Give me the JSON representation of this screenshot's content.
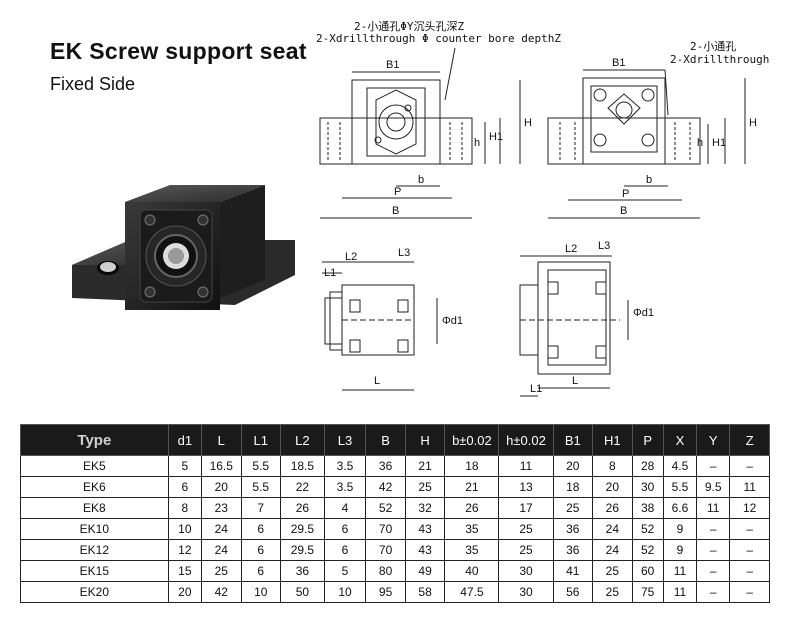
{
  "title": "EK  Screw support seat",
  "subtitle": "Fixed  Side",
  "notes": {
    "left_cn": "2-小通孔ΦY沉头孔深Z",
    "left_en": "2-Xdrillthrough Φ counter bore depthZ",
    "right_cn": "2-小通孔",
    "right_en": "2-Xdrillthrough"
  },
  "dims": {
    "B1": "B1",
    "H": "H",
    "H1": "H1",
    "h": "h",
    "b": "b",
    "P": "P",
    "B": "B",
    "L": "L",
    "L1": "L1",
    "L2": "L2",
    "L3": "L3",
    "d1": "Φd1"
  },
  "icons": [
    "support-seat-photo",
    "front-view-drawing",
    "side-view-drawing"
  ],
  "colors": {
    "header_bg": "#1a1a1a",
    "header_text": "#ffffff"
  },
  "table": {
    "columns": [
      "Type",
      "d1",
      "L",
      "L1",
      "L2",
      "L3",
      "B",
      "H",
      "b±0.02",
      "h±0.02",
      "B1",
      "H1",
      "P",
      "X",
      "Y",
      "Z"
    ],
    "rows": [
      [
        "EK5",
        "5",
        "16.5",
        "5.5",
        "18.5",
        "3.5",
        "36",
        "21",
        "18",
        "11",
        "20",
        "8",
        "28",
        "4.5",
        "–",
        "–"
      ],
      [
        "EK6",
        "6",
        "20",
        "5.5",
        "22",
        "3.5",
        "42",
        "25",
        "21",
        "13",
        "18",
        "20",
        "30",
        "5.5",
        "9.5",
        "11"
      ],
      [
        "EK8",
        "8",
        "23",
        "7",
        "26",
        "4",
        "52",
        "32",
        "26",
        "17",
        "25",
        "26",
        "38",
        "6.6",
        "11",
        "12"
      ],
      [
        "EK10",
        "10",
        "24",
        "6",
        "29.5",
        "6",
        "70",
        "43",
        "35",
        "25",
        "36",
        "24",
        "52",
        "9",
        "–",
        "–"
      ],
      [
        "EK12",
        "12",
        "24",
        "6",
        "29.5",
        "6",
        "70",
        "43",
        "35",
        "25",
        "36",
        "24",
        "52",
        "9",
        "–",
        "–"
      ],
      [
        "EK15",
        "15",
        "25",
        "6",
        "36",
        "5",
        "80",
        "49",
        "40",
        "30",
        "41",
        "25",
        "60",
        "11",
        "–",
        "–"
      ],
      [
        "EK20",
        "20",
        "42",
        "10",
        "50",
        "10",
        "95",
        "58",
        "47.5",
        "30",
        "56",
        "25",
        "75",
        "11",
        "–",
        "–"
      ]
    ]
  }
}
